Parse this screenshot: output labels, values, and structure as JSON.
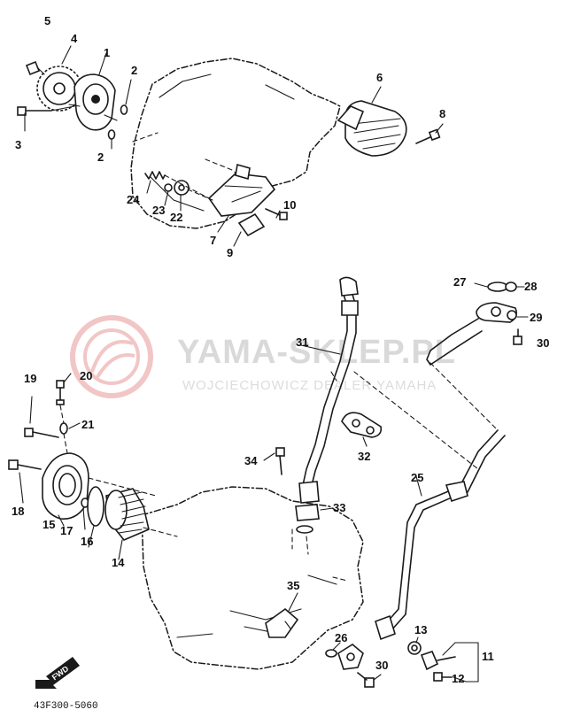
{
  "watermark": {
    "brand": "YAMA-SKLEP.PL",
    "tagline": "WOJCIECHOWICZ DEALER YAMAHA"
  },
  "fwd_arrow": "FWD",
  "diagram_code": "43F300-5060",
  "callouts": [
    "1",
    "2",
    "2",
    "3",
    "4",
    "5",
    "6",
    "7",
    "8",
    "9",
    "10",
    "11",
    "12",
    "13",
    "14",
    "15",
    "16",
    "17",
    "18",
    "19",
    "20",
    "21",
    "22",
    "23",
    "24",
    "25",
    "26",
    "27",
    "28",
    "29",
    "30",
    "30",
    "31",
    "32",
    "33",
    "34",
    "35"
  ]
}
